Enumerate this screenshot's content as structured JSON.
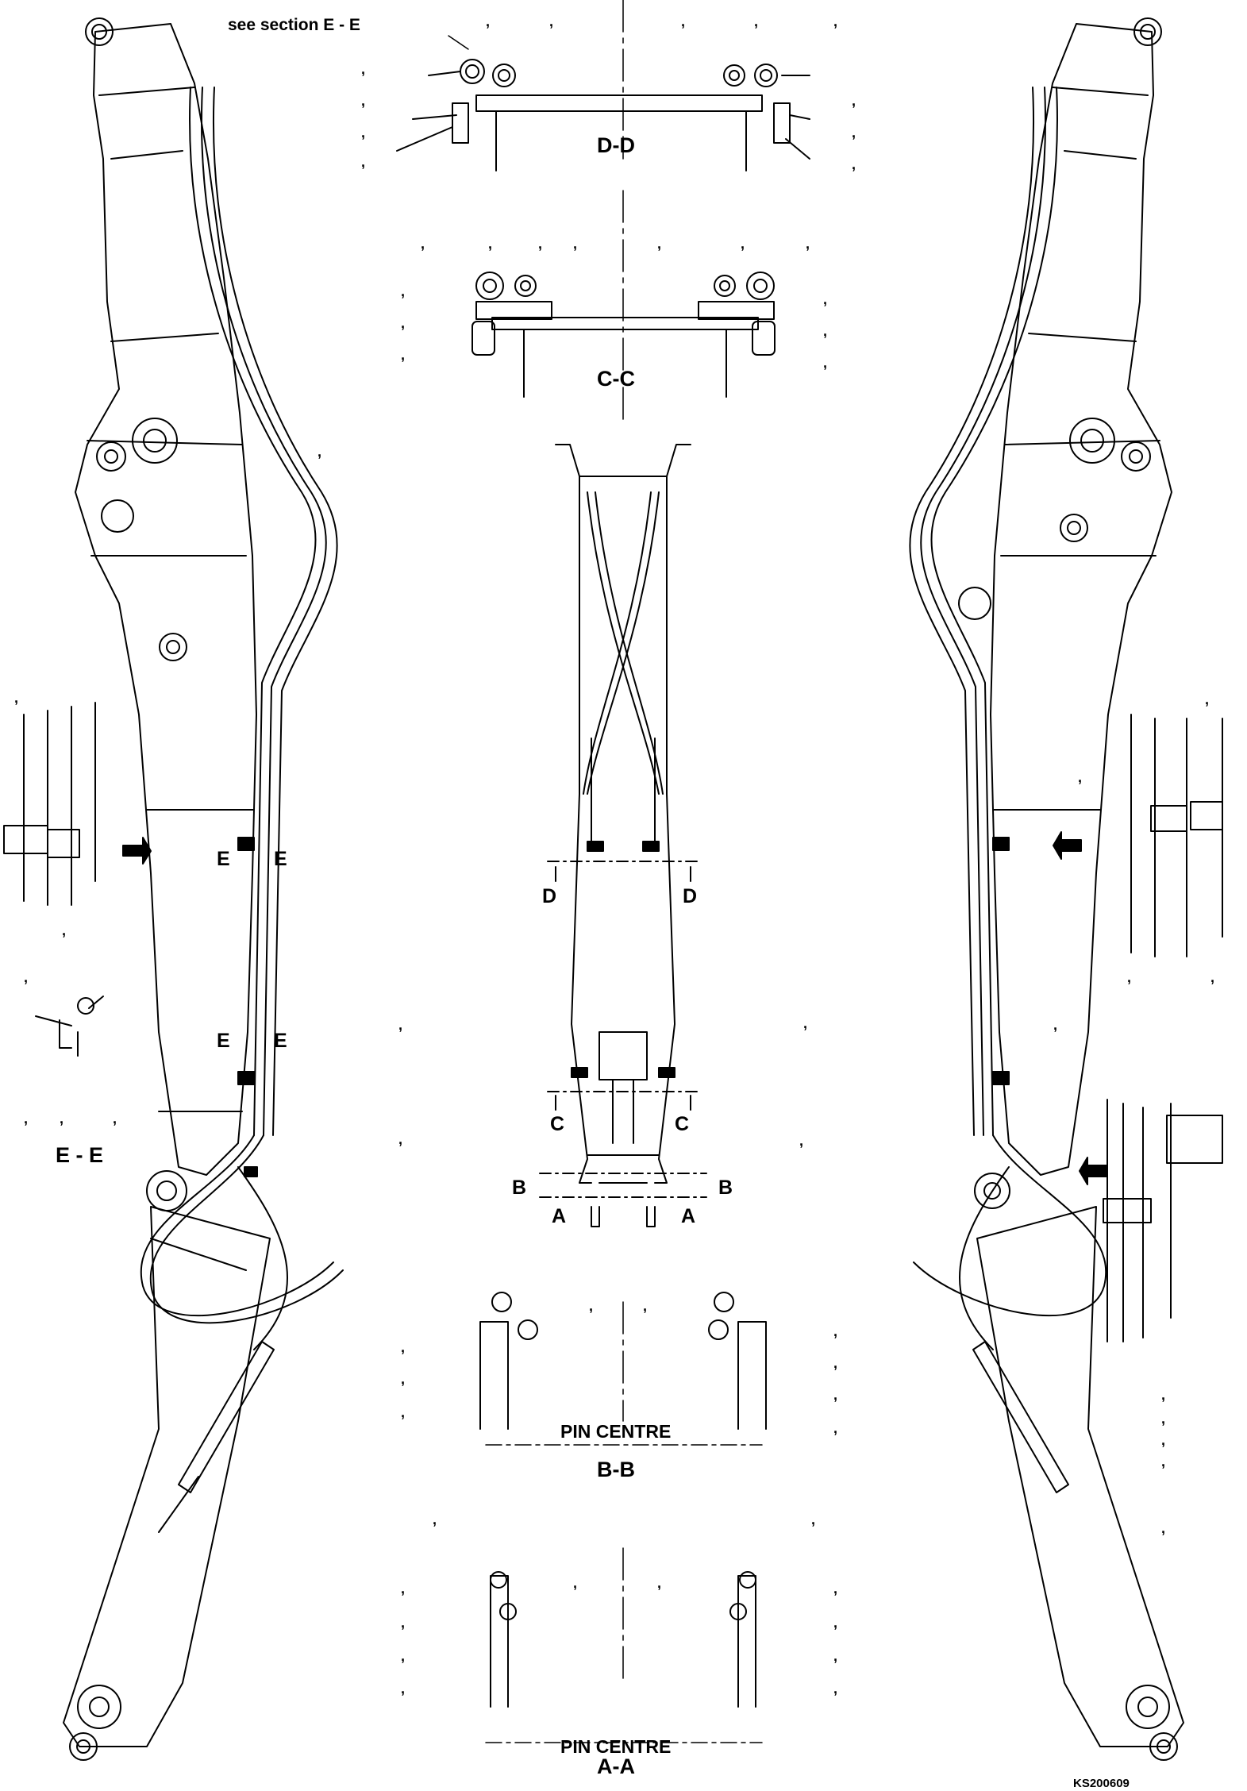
{
  "labels": {
    "see_section": "see section E - E",
    "section_dd": "D-D",
    "section_cc": "C-C",
    "section_bb": "B-B",
    "section_aa": "A-A",
    "section_ee": "E - E",
    "pin_centre": "PIN CENTRE",
    "view_e": "E",
    "view_d": "D",
    "view_c": "C",
    "view_b": "B",
    "view_a": "A",
    "drawing_number": "KS200609",
    "comma": ","
  }
}
